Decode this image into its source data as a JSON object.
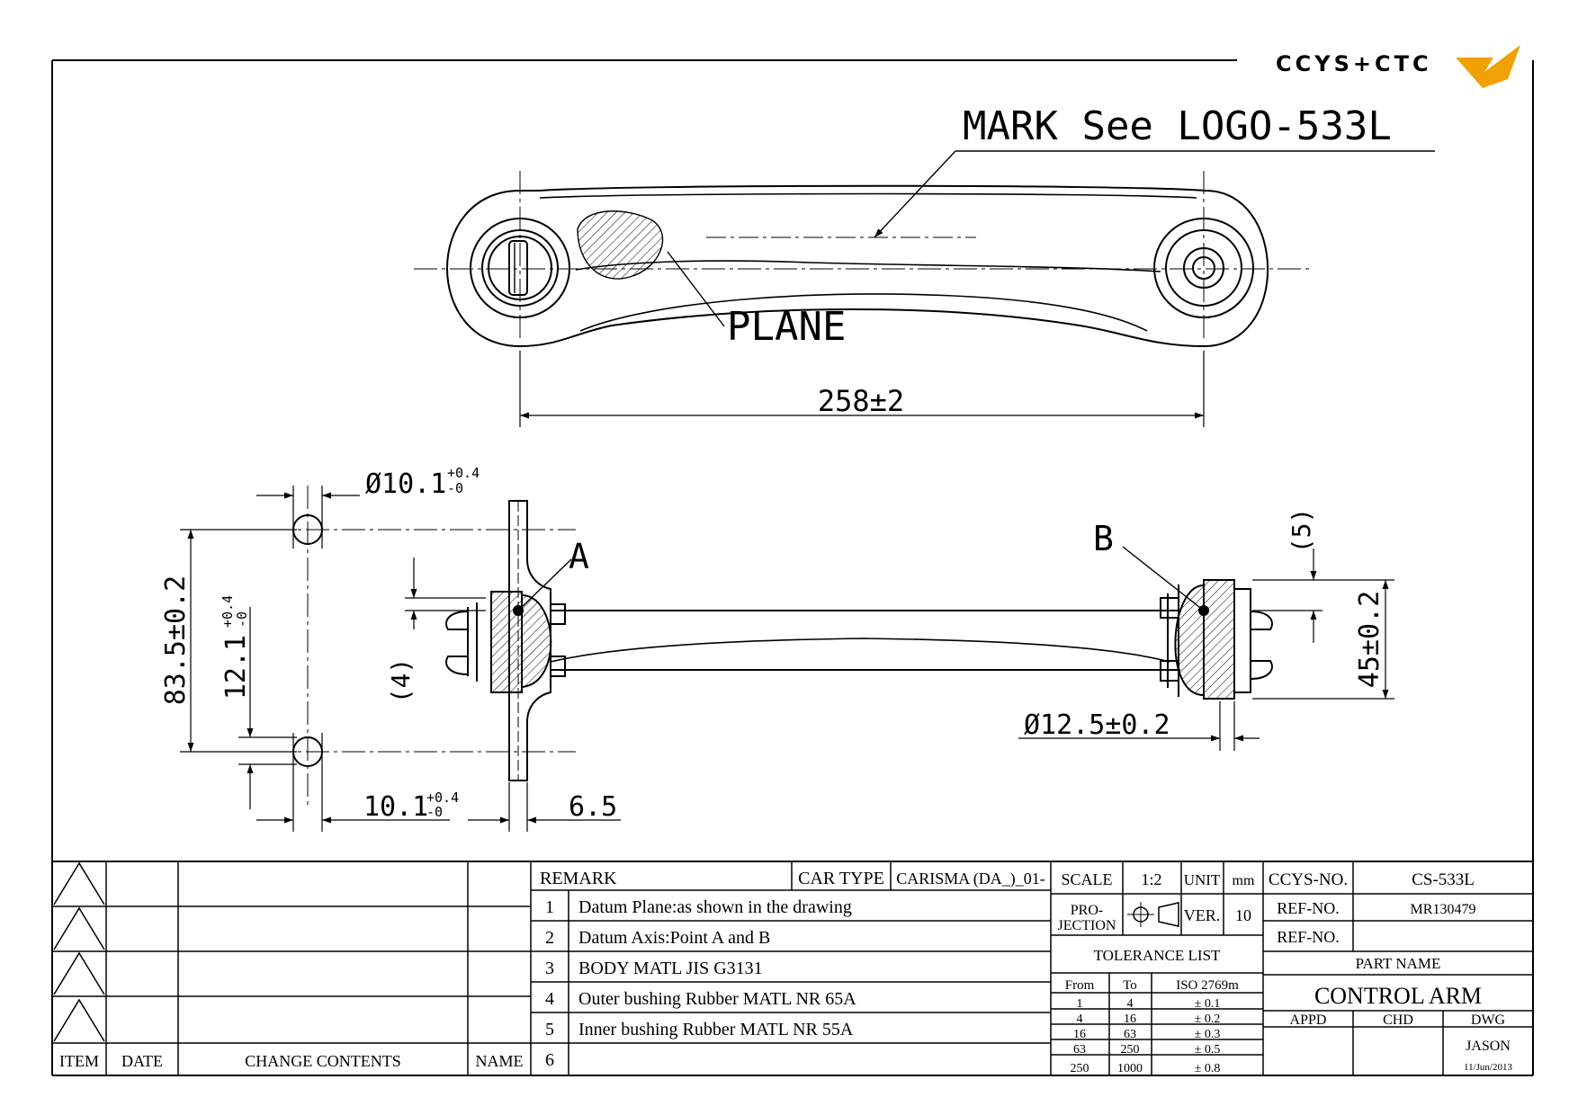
{
  "logo": {
    "text": "CCYS+CTC",
    "accent": "#f0a000",
    "gray": "#777777"
  },
  "callouts": {
    "mark": "MARK See LOGO-533L",
    "plane": "PLANE",
    "datum_a": "A",
    "datum_b": "B"
  },
  "dimensions": {
    "length": "258±2",
    "hole_dia_top": "Ø10.1",
    "hole_dia_bottom": "10.1",
    "tol_plus": "+0.4",
    "tol_minus": "-0",
    "center_distance": "83.5±0.2",
    "offset": "12.1",
    "bush_gap": "(4)",
    "flange_thk": "6.5",
    "bush_b_gap": "(5)",
    "bush_b_width": "45±0.2",
    "bush_b_dia": "Ø12.5±0.2"
  },
  "revision_table": {
    "headers": {
      "item": "ITEM",
      "date": "DATE",
      "contents": "CHANGE CONTENTS",
      "name": "NAME"
    }
  },
  "remarks": {
    "header": "REMARK",
    "car_type_label": "CAR TYPE",
    "car_type_value": "CARISMA (DA_)_01-",
    "items": [
      {
        "no": "1",
        "text": "Datum Plane:as shown in the drawing"
      },
      {
        "no": "2",
        "text": "Datum Axis:Point A and B"
      },
      {
        "no": "3",
        "text": "BODY MATL JIS G3131"
      },
      {
        "no": "4",
        "text": "Outer bushing Rubber MATL NR 65A"
      },
      {
        "no": "5",
        "text": "Inner bushing Rubber MATL NR 55A"
      },
      {
        "no": "6",
        "text": ""
      }
    ]
  },
  "spec": {
    "scale_label": "SCALE",
    "scale_value": "1:2",
    "unit_label": "UNIT",
    "unit_value": "mm",
    "projection_label_1": "PRO-",
    "projection_label_2": "JECTION",
    "ver_label": "VER.",
    "ver_value": "10",
    "tolerance_title": "TOLERANCE LIST",
    "tol_headers": [
      "From",
      "To",
      "ISO 2769m"
    ],
    "tolerances": [
      [
        "1",
        "4",
        "± 0.1"
      ],
      [
        "4",
        "16",
        "± 0.2"
      ],
      [
        "16",
        "63",
        "± 0.3"
      ],
      [
        "63",
        "250",
        "± 0.5"
      ],
      [
        "250",
        "1000",
        "± 0.8"
      ]
    ]
  },
  "title_block": {
    "ccys_no_label": "CCYS-NO.",
    "ccys_no_value": "CS-533L",
    "ref_no_label_1": "REF-NO.",
    "ref_no_value_1": "MR130479",
    "ref_no_label_2": "REF-NO.",
    "ref_no_value_2": "",
    "part_name_label": "PART NAME",
    "part_name_value": "CONTROL ARM",
    "appd_label": "APPD",
    "chd_label": "CHD",
    "dwg_label": "DWG",
    "drawn_by": "JASON",
    "date": "11/Jun/2013"
  }
}
